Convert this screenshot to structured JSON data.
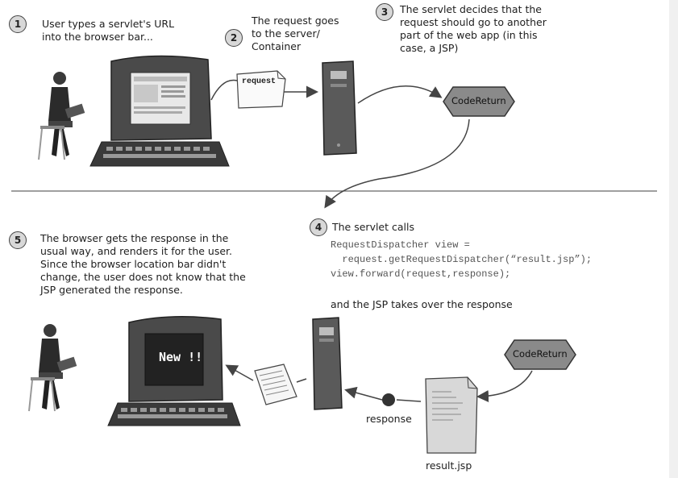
{
  "steps": [
    {
      "number": "1",
      "text": "User types a servlet's URL into the browser bar..."
    },
    {
      "number": "2",
      "text": "The request goes to the server/ Container"
    },
    {
      "number": "3",
      "text": "The servlet decides that the request should go to another part of the web app (in this case, a JSP)"
    },
    {
      "number": "4",
      "text": "The servlet calls"
    },
    {
      "number": "5",
      "text": "The browser gets the response in the usual way, and renders it for the user. Since the browser location bar didn't change, the user does not know that the JSP generated the response."
    }
  ],
  "code": {
    "line1": "RequestDispatcher view =",
    "line2": "  request.getRequestDispatcher(“result.jsp”);",
    "line3": "view.forward(request,response);"
  },
  "step4_after": "and the JSP takes over the response",
  "labels": {
    "request_note": "request",
    "code_return_top": "CodeReturn",
    "code_return_bottom": "CodeReturn",
    "screen_new": "New !!",
    "response": "response",
    "result_jsp": "result.jsp"
  },
  "icons": [
    "user-icon",
    "computer-icon",
    "server-icon",
    "document-icon",
    "servlet-badge-icon"
  ],
  "colors": {
    "badge_fill": "#d8d8d8",
    "ink": "#1e1e1e",
    "code_gray": "#555555"
  }
}
